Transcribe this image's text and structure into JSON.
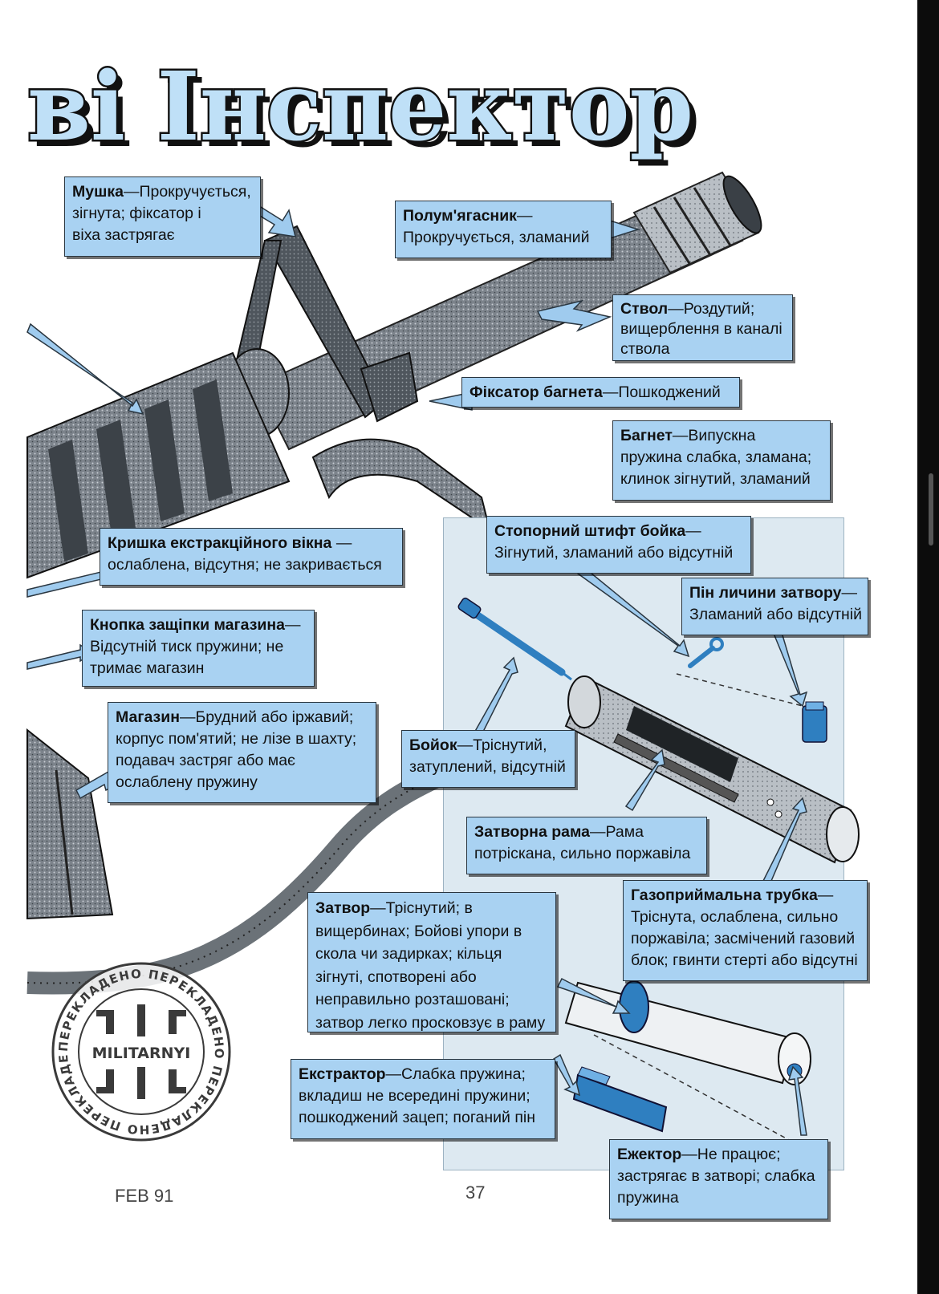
{
  "page_title": "ві Інспектор",
  "callouts": {
    "mushka": {
      "term": "Мушка",
      "desc_line1": "—Прокручується,",
      "desc_line2": "зігнута; фіксатор і",
      "desc_line3": "віха застрягає"
    },
    "polum": {
      "term": "Полум'ягасник",
      "desc_line1": "—",
      "desc_line2": "Прокручується, зламаний"
    },
    "stvol": {
      "term": "Ствол",
      "desc_line1": "—Роздутий;",
      "desc_line2": "вищерблення в каналі",
      "desc_line3": "ствола"
    },
    "fiksator": {
      "term": "Фіксатор багнета",
      "desc_line1": "—Пошкоджений"
    },
    "bagnet": {
      "term": "Багнет",
      "desc_line1": "—Випускна",
      "desc_line2": "пружина слабка, зламана;",
      "desc_line3": "клинок зігнутий, зламаний"
    },
    "stopornyi": {
      "term": "Стопорний штифт бойка",
      "desc_line1": "—",
      "desc_line2": "Зігнутий, зламаний або відсутній"
    },
    "kryshka": {
      "term": "Кришка екстракційного вікна",
      "desc_line1": " —",
      "desc_line2": "ослаблена, відсутня; не закривається"
    },
    "pin": {
      "term": "Пін личини затвору",
      "desc_line1": "—",
      "desc_line2": "Зламаний або відсутній"
    },
    "knopka": {
      "term": "Кнопка защіпки магазина",
      "desc_line1": "—",
      "desc_line2": "Відсутній тиск пружини; не",
      "desc_line3": "тримає магазин"
    },
    "magazyn": {
      "term": "Магазин",
      "desc_line1": "—Брудний або іржавий;",
      "desc_line2": "корпус пом'ятий; не лізе в шахту;",
      "desc_line3": "подавач застряг або має",
      "desc_line4": "ослаблену пружину"
    },
    "boiok": {
      "term": "Бойок",
      "desc_line1": "—Тріснутий,",
      "desc_line2": "затуплений, відсутній"
    },
    "zatvorna": {
      "term": "Затворна рама",
      "desc_line1": "—Рама",
      "desc_line2": "потріскана, сильно поржавіла"
    },
    "gazo": {
      "term": "Газоприймальна трубка",
      "desc_line1": "—",
      "desc_line2": "Тріснута, ослаблена, сильно",
      "desc_line3": "поржавіла; засмічений газовий",
      "desc_line4": "блок; гвинти стерті або відсутні"
    },
    "zatvor": {
      "term": "Затвор",
      "desc_line1": "—Тріснутий; в",
      "desc_line2": "вищербинах; Бойові упори в",
      "desc_line3": "скола чи задирках; кільця",
      "desc_line4": "зігнуті, спотворені або",
      "desc_line5": "неправильно розташовані;",
      "desc_line6": "затвор легко просковзує в раму"
    },
    "ekstraktor": {
      "term": "Екстрактор",
      "desc_line1": "—Слабка пружина;",
      "desc_line2": "вкладиш не всередині пружини;",
      "desc_line3": "пошкоджений зацеп; поганий пін"
    },
    "ezhektor": {
      "term": "Ежектор",
      "desc_line1": "—Не працює;",
      "desc_line2": "застрягає в затворі; слабка",
      "desc_line3": "пружина"
    }
  },
  "footer": {
    "date": "FEB 91",
    "page_number": "37"
  },
  "stamp": {
    "name": "MILITARNYI",
    "ring_text": "ПЕРЕКЛАДЕНО ПЕРЕКЛАДЕНО ПЕРЕКЛАДЕНО ПЕРЕКЛАДЕНО"
  },
  "colors": {
    "callout_bg": "#a9d2f2",
    "title_fill": "#bfe0f7",
    "part_blue": "#2f7fc0",
    "arrow_blue": "#9fcbee"
  }
}
